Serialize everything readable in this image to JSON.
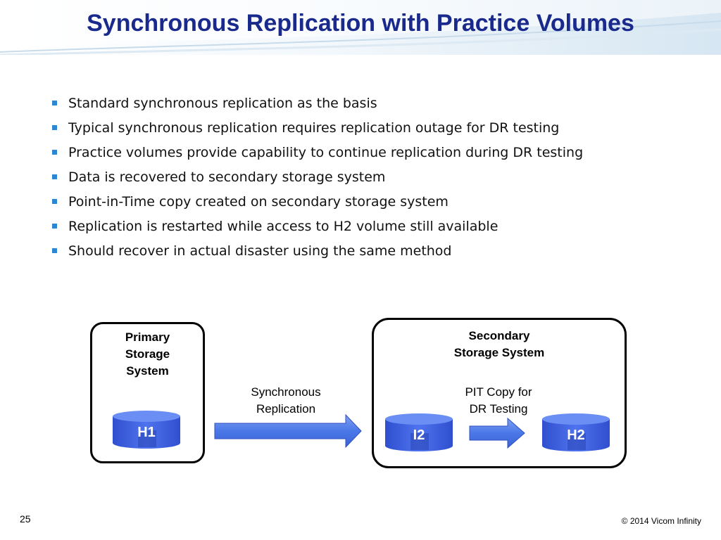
{
  "slide": {
    "title": "Synchronous Replication with Practice Volumes",
    "slide_number": "25",
    "copyright": "© 2014 Vicom Infinity"
  },
  "bullets": [
    "Standard synchronous replication as the basis",
    "Typical synchronous replication requires replication outage for DR testing",
    "Practice volumes provide capability to continue replication during DR testing",
    "Data is recovered to secondary storage system",
    "Point-in-Time copy created on secondary storage system",
    "Replication is restarted while access to H2 volume still available",
    "Should recover in actual disaster using the same method"
  ],
  "diagram": {
    "primary_label": "Primary\nStorage\nSystem",
    "secondary_label": "Secondary\nStorage System",
    "sync_label": "Synchronous\nReplication",
    "pit_label": "PIT Copy for\nDR Testing",
    "volumes": {
      "h1": "H1",
      "i2": "I2",
      "h2": "H2"
    },
    "colors": {
      "volume": "#3a5fe0",
      "arrow": "#4a78e8",
      "title": "#1a2a8c",
      "bullet": "#2b86d4"
    }
  }
}
